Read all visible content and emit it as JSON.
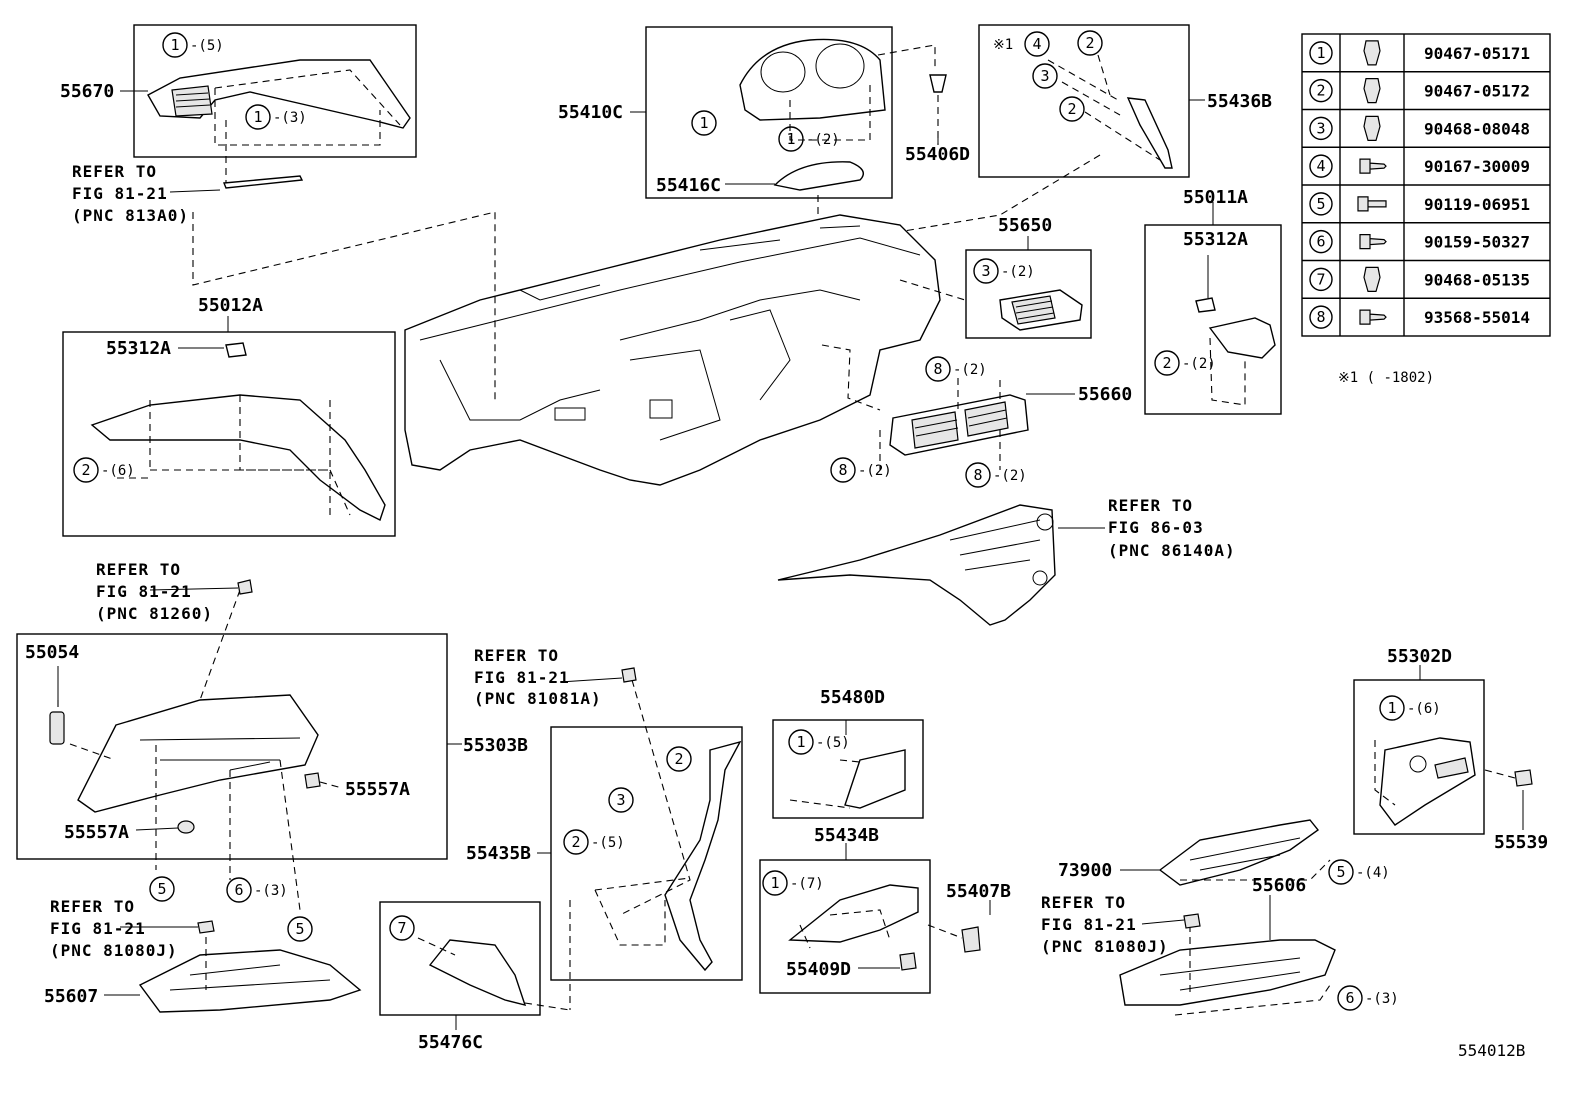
{
  "part_numbers": {
    "p55670": "55670",
    "p55410C": "55410C",
    "p55406D": "55406D",
    "p55436B": "55436B",
    "p55416C": "55416C",
    "p55012A": "55012A",
    "p55312A_left": "55312A",
    "p55650": "55650",
    "p55011A": "55011A",
    "p55312A_right": "55312A",
    "p55660": "55660",
    "p55054": "55054",
    "p55303B": "55303B",
    "p55557A_right": "55557A",
    "p55557A_left": "55557A",
    "p55480D": "55480D",
    "p55434B": "55434B",
    "p55435B": "55435B",
    "p55407B": "55407B",
    "p55409D": "55409D",
    "p55476C": "55476C",
    "p55607": "55607",
    "p55302D": "55302D",
    "p55539": "55539",
    "p73900": "73900",
    "p55606": "55606"
  },
  "refs": {
    "ref1": [
      "REFER TO",
      "FIG 81-21",
      "(PNC 813A0)"
    ],
    "ref2": [
      "REFER TO",
      "FIG 86-03",
      "(PNC 86140A)"
    ],
    "ref3": [
      "REFER TO",
      "FIG 81-21",
      "(PNC 81260)"
    ],
    "ref4": [
      "REFER TO",
      "FIG 81-21",
      "(PNC 81081A)"
    ],
    "ref5": [
      "REFER TO",
      "FIG 81-21",
      "(PNC 81080J)"
    ],
    "ref6": [
      "REFER TO",
      "FIG 81-21",
      "(PNC 81080J)"
    ]
  },
  "callouts": {
    "c_55670_top": {
      "n": "1",
      "q": "-(5)"
    },
    "c_55670_mid": {
      "n": "1",
      "q": "-(3)"
    },
    "c_55410_left": {
      "n": "1",
      "q": ""
    },
    "c_55410_right": {
      "n": "1",
      "q": "-(2)"
    },
    "c_55436_4": {
      "n": "4",
      "q": ""
    },
    "c_55436_2a": {
      "n": "2",
      "q": ""
    },
    "c_55436_3": {
      "n": "3",
      "q": ""
    },
    "c_55436_2b": {
      "n": "2",
      "q": ""
    },
    "c_55012_2": {
      "n": "2",
      "q": "-(6)"
    },
    "c_55650_3": {
      "n": "3",
      "q": "-(2)"
    },
    "c_55660_8a": {
      "n": "8",
      "q": "-(2)"
    },
    "c_55660_8b": {
      "n": "8",
      "q": "-(2)"
    },
    "c_55660_8c": {
      "n": "8",
      "q": "-(2)"
    },
    "c_55011_2": {
      "n": "2",
      "q": "-(2)"
    },
    "c_55303_5a": {
      "n": "5",
      "q": ""
    },
    "c_55303_6": {
      "n": "6",
      "q": "-(3)"
    },
    "c_55303_5b": {
      "n": "5",
      "q": ""
    },
    "c_55435_2a": {
      "n": "2",
      "q": ""
    },
    "c_55435_3": {
      "n": "3",
      "q": ""
    },
    "c_55435_2b": {
      "n": "2",
      "q": "-(5)"
    },
    "c_55480_1": {
      "n": "1",
      "q": "-(5)"
    },
    "c_55434_1": {
      "n": "1",
      "q": "-(7)"
    },
    "c_55476_7": {
      "n": "7",
      "q": ""
    },
    "c_55302_1": {
      "n": "1",
      "q": "-(6)"
    },
    "c_73900_5": {
      "n": "5",
      "q": "-(4)"
    },
    "c_55606_6": {
      "n": "6",
      "q": "-(3)"
    }
  },
  "note_mark": "※1",
  "note_range": "※1 (     -1802)",
  "legend": [
    {
      "n": "1",
      "pn": "90467-05171",
      "icon": "clip-icon"
    },
    {
      "n": "2",
      "pn": "90467-05172",
      "icon": "clip-icon"
    },
    {
      "n": "3",
      "pn": "90468-08048",
      "icon": "clip-icon"
    },
    {
      "n": "4",
      "pn": "90167-30009",
      "icon": "screw-icon"
    },
    {
      "n": "5",
      "pn": "90119-06951",
      "icon": "bolt-icon"
    },
    {
      "n": "6",
      "pn": "90159-50327",
      "icon": "screw-icon"
    },
    {
      "n": "7",
      "pn": "90468-05135",
      "icon": "clip-icon"
    },
    {
      "n": "8",
      "pn": "93568-55014",
      "icon": "screw-icon"
    }
  ],
  "figure_id": "554012B"
}
